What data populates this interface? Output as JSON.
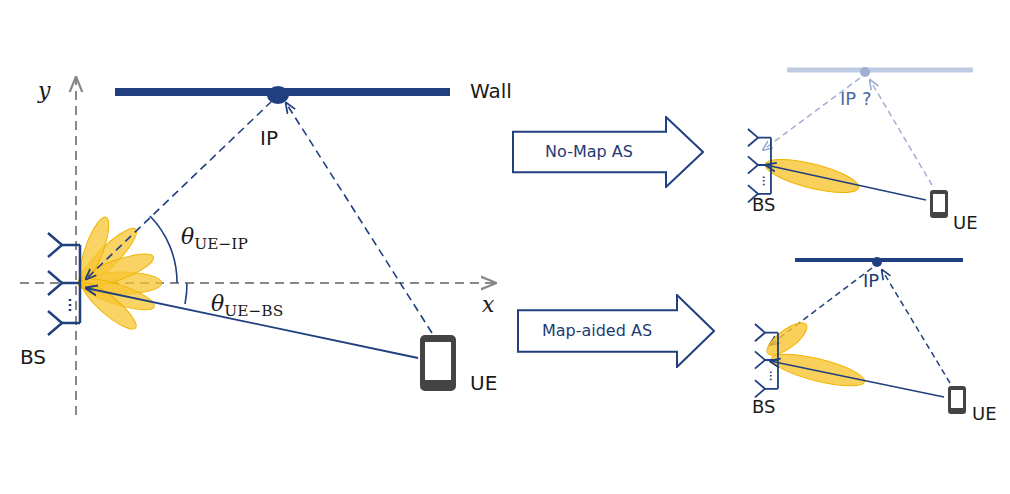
{
  "diagram": {
    "nodes": [
      {
        "text": [
          "No-Map AS"
        ]
      },
      {
        "text": [
          "Map-aided AS"
        ]
      }
    ],
    "labels": [
      "y",
      "Wall",
      "IP",
      "θUE−IP",
      "x",
      "θUE−BS",
      "BS",
      "UE",
      "IP ?",
      "BS",
      "UE",
      "IP",
      "BS",
      "UE"
    ]
  }
}
